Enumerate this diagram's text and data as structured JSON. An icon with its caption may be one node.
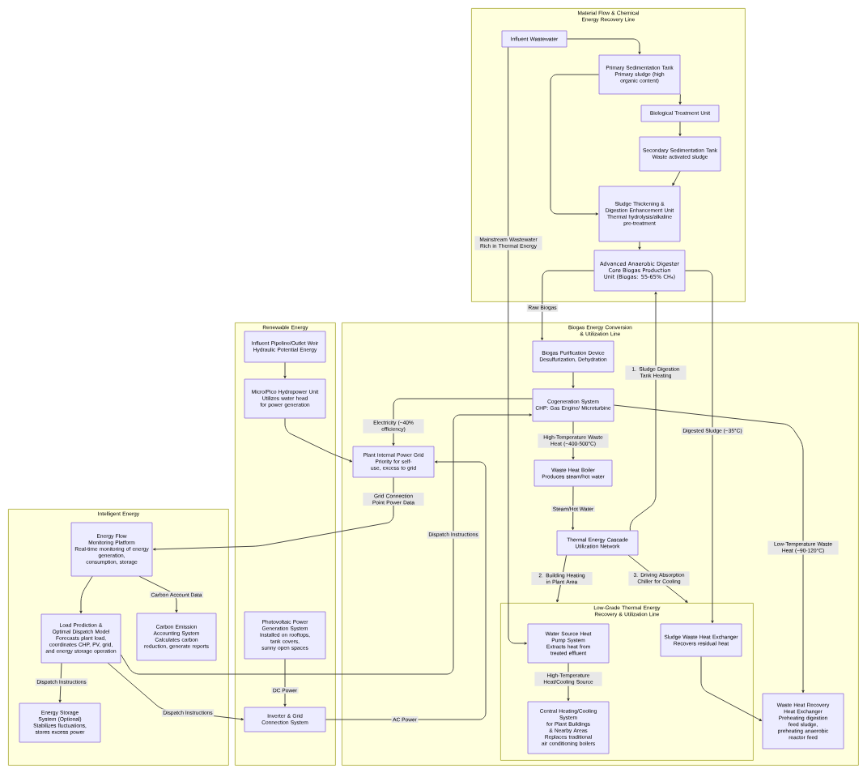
{
  "diagram": {
    "nodes": [
      {
        "text": [
          "Material Flow & Chemical Energy Recovery Line"
        ]
      },
      {
        "text": [
          "Influent Wastewater"
        ],
        "in": 0
      },
      {
        "text": [
          "Primary Sedimentation Tank",
          "Primary sludge (high organic content)"
        ],
        "in": 0
      },
      {
        "text": [
          "Biological Treatment Unit"
        ],
        "in": 0
      },
      {
        "text": [
          "Secondary Sedimentation Tank",
          "Waste activated sludge"
        ],
        "in": 0
      },
      {
        "text": [
          "Sludge Thickening & Digestion Enhancement Unit",
          "Thermal hydrolysis/alkaline pre-treatment"
        ],
        "in": 0
      },
      {
        "text": [
          "Advanced Anaerobic Digester",
          "Core Biogas Production Unit (Biogas: 55-65% CH₄)"
        ],
        "in": 0
      },
      {
        "text": [
          "Renewable Energy"
        ]
      },
      {
        "text": [
          "Influent Pipeline/Outlet Weir",
          "Hydraulic Potential Energy"
        ],
        "in": 7
      },
      {
        "text": [
          "Micro/Pico Hydropower Unit",
          "Utilizes water head for power generation"
        ],
        "in": 7
      },
      {
        "text": [
          "Photovoltaic Power Generation System",
          "Installed on rooftops, tank covers,",
          "sunny open spaces"
        ],
        "in": 7
      },
      {
        "text": [
          "Inverter & Grid Connection System"
        ],
        "in": 7
      },
      {
        "text": [
          "Biogas Energy Conversion & Utilization Line"
        ]
      },
      {
        "text": [
          "Biogas Purification Device",
          "Desulfurization, Dehydration"
        ],
        "in": 12
      },
      {
        "text": [
          "Cogeneration System",
          "CHP: Gas Engine/ Microturbine"
        ],
        "in": 12
      },
      {
        "text": [
          "Plant Internal Power Grid",
          "Priority for self-use, excess to grid"
        ],
        "in": 12
      },
      {
        "text": [
          "Waste Heat Boiler",
          "Produces steam/hot water"
        ],
        "in": 12
      },
      {
        "text": [
          "Thermal Energy Cascade Utilization Network"
        ],
        "in": 12
      },
      {
        "text": [
          "Low-Grade Thermal Energy Recovery & Utilization Line"
        ],
        "in": 12
      },
      {
        "text": [
          "Water Source Heat Pump System",
          "Extracts heat from treated effluent"
        ],
        "in": 18
      },
      {
        "text": [
          "Central Heating/Cooling System",
          "for Plant Buildings & Nearby Areas",
          "Replaces traditional air conditioning boilers"
        ],
        "in": 18
      },
      {
        "text": [
          "Sludge Waste Heat Exchanger",
          "Recovers residual heat"
        ],
        "in": 18
      },
      {
        "text": [
          "Waste Heat Recovery Heat Exchanger",
          "Preheating digestion feed sludge,",
          "preheating anaerobic reactor feed"
        ],
        "in": 12
      },
      {
        "text": [
          "Intelligent Energy"
        ]
      },
      {
        "text": [
          "Energy Flow Monitoring Platform",
          "Real-time monitoring of energy",
          "generation, consumption, storage"
        ],
        "in": 23
      },
      {
        "text": [
          "Load Prediction & Optimal Dispatch Model",
          "Forecasts plant load, coordinates CHP, PV, grid, and energy storage operation"
        ],
        "in": 23
      },
      {
        "text": [
          "Carbon Emission Accounting System",
          "Calculates carbon reduction, generate reports"
        ],
        "in": 23
      },
      {
        "text": [
          "Energy Storage System (Optional)",
          "Stabilizes fluctuations, stores excess power"
        ],
        "in": 23
      }
    ],
    "edges": [
      {
        "from": 1,
        "to": 2,
        "arrow": "to"
      },
      {
        "from": 1,
        "to": 19,
        "arrow": "to",
        "label": "Mainstream Wastewater Rich in Thermal Energy"
      },
      {
        "from": 2,
        "to": 3,
        "arrow": "to"
      },
      {
        "from": 2,
        "to": 5,
        "arrow": "to"
      },
      {
        "from": 3,
        "to": 4,
        "arrow": "to"
      },
      {
        "from": 4,
        "to": 5,
        "arrow": "to"
      },
      {
        "from": 5,
        "to": 6,
        "arrow": "to"
      },
      {
        "from": 6,
        "to": 13,
        "arrow": "to",
        "label": "Raw Biogas"
      },
      {
        "from": 6,
        "to": 21,
        "arrow": "to",
        "label": "Digested Sludge (~35°C)"
      },
      {
        "from": 8,
        "to": 9,
        "arrow": "to"
      },
      {
        "from": 9,
        "to": 15,
        "arrow": "to"
      },
      {
        "from": 10,
        "to": 11,
        "arrow": "to",
        "label": "DC Power"
      },
      {
        "from": 11,
        "to": 15,
        "arrow": "to",
        "label": "AC Power"
      },
      {
        "from": 13,
        "to": 14,
        "arrow": "to"
      },
      {
        "from": 14,
        "to": 15,
        "arrow": "to",
        "label": "Electricity (~40% efficiency)"
      },
      {
        "from": 14,
        "to": 16,
        "arrow": "to",
        "label": "High-Temperature Waste Heat (~400-500°C)"
      },
      {
        "from": 14,
        "to": 22,
        "arrow": "to",
        "label": "Low-Temperature Waste Heat (~90-120°C)"
      },
      {
        "from": 16,
        "to": 17,
        "arrow": "to",
        "label": "Steam/Hot Water"
      },
      {
        "from": 17,
        "to": 6,
        "arrow": "to",
        "label": "1. Sludge Digestion Tank Heating"
      },
      {
        "from": 17,
        "to": 18,
        "arrow": "to",
        "label": "2. Building Heating in Plant Area"
      },
      {
        "from": 17,
        "to": 18,
        "arrow": "to",
        "label": "3. Driving Absorption Chiller for Cooling"
      },
      {
        "from": 19,
        "to": 20,
        "arrow": "to",
        "label": "High-Temperature Heat/Cooling Source"
      },
      {
        "from": 21,
        "to": 22,
        "arrow": "to"
      },
      {
        "from": 24,
        "to": 25,
        "arrow": "to"
      },
      {
        "from": 24,
        "to": 26,
        "arrow": "to",
        "label": "Carbon Account Data"
      },
      {
        "from": 25,
        "to": 27,
        "arrow": "to",
        "label": "Dispatch Instructions"
      },
      {
        "from": 25,
        "to": 11,
        "arrow": "to",
        "label": "Dispatch Instructions"
      },
      {
        "from": 25,
        "to": 14,
        "arrow": "to",
        "label": "Dispatch Instructions"
      },
      {
        "from": 15,
        "to": 24,
        "arrow": "to",
        "label": "Grid Connection Point Power Data"
      }
    ]
  }
}
